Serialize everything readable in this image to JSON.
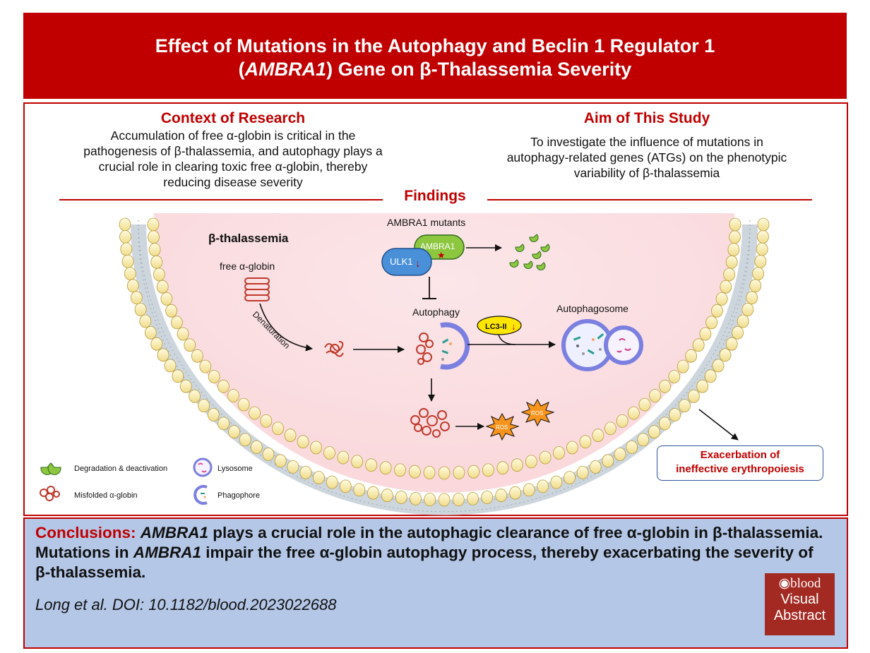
{
  "banner": {
    "title_line1": "Effect of Mutations in the Autophagy and Beclin 1 Regulator 1",
    "title_paren_open": "(",
    "title_gene": "AMBRA1",
    "title_line2_rest": ") Gene on β-Thalassemia Severity"
  },
  "context": {
    "heading": "Context of Research",
    "lines": [
      "Accumulation of free α-globin is critical in the",
      "pathogenesis of β-thalassemia, and autophagy plays a",
      "crucial role in clearing toxic free α-globin, thereby",
      "reducing disease severity"
    ]
  },
  "aim": {
    "heading": "Aim of This Study",
    "lines": [
      "To investigate the influence of mutations in",
      "autophagy-related genes (ATGs) on the phenotypic",
      "variability of β-thalassemia"
    ]
  },
  "findings": {
    "heading": "Findings",
    "beta_thal": "β-thalassemia",
    "free_globin": "free α-globin",
    "denaturation": "Denaturation",
    "ambra1_mutants": "AMBRA1 mutants",
    "ambra1": "AMBRA1",
    "ulk1": "ULK1",
    "autophagy": "Autophagy",
    "autophagosome": "Autophagosome",
    "lc3": "LC3-II",
    "ros": "ROS",
    "exacerbation_line1": "Exacerbation of",
    "exacerbation_line2": "ineffective erythropoiesis"
  },
  "legend": {
    "degradation": "Degradation & deactivation",
    "lysosome": "Lysosome",
    "misfolded": "Misfolded α-globin",
    "phagophore": "Phagophore"
  },
  "conclusions": {
    "label": "Conclusions:",
    "gene1": "AMBRA1",
    "part1": " plays a crucial role in the autophagic clearance of free α-globin in β-thalassemia. Mutations in ",
    "gene2": "AMBRA1",
    "part2": " impair the free α-globin autophagy process, thereby exacerbating the severity of β-thalassemia."
  },
  "citation": "Long et al. DOI:  10.1182/blood.2023022688",
  "logo": {
    "brand": "blood",
    "line2": "Visual",
    "line3": "Abstract"
  },
  "colors": {
    "banner_red": "#c00000",
    "conclusion_bg": "#b4c7e7",
    "logo_bg": "#a32a23",
    "ambra1_green": "#8dc63f",
    "ulk1_blue": "#4a90d9",
    "lc3_yellow": "#ffe600",
    "ros_orange": "#f7941d"
  }
}
